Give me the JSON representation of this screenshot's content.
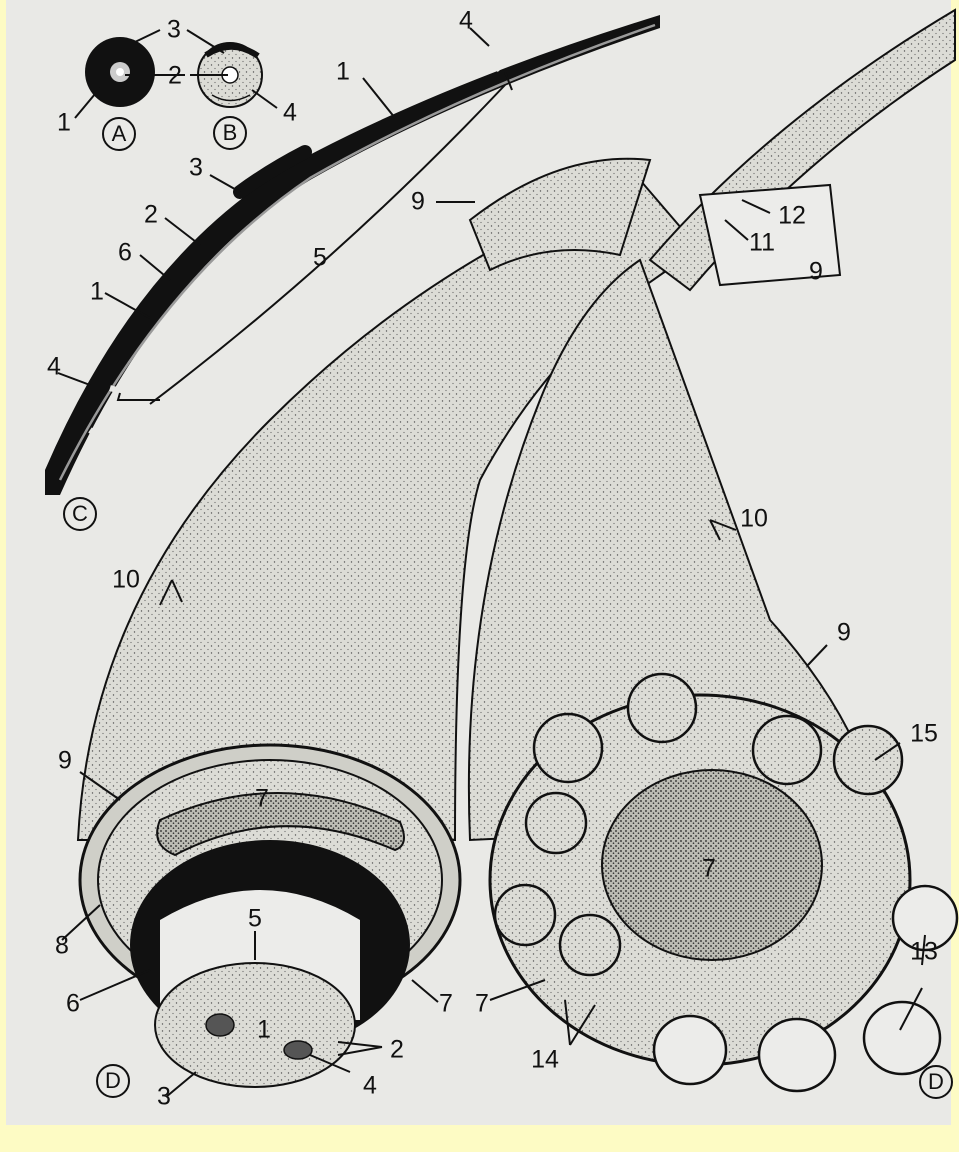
{
  "panels": {
    "A": "A",
    "B": "B",
    "C": "C",
    "D_left": "D",
    "D_right": "D"
  },
  "labels": {
    "n1": "1",
    "n2": "2",
    "n3": "3",
    "n4": "4",
    "n5": "5",
    "n6": "6",
    "n7": "7",
    "n8": "8",
    "n9": "9",
    "n10": "10",
    "n11": "11",
    "n12": "12",
    "n13": "13",
    "n14": "14",
    "n15": "15"
  },
  "colors": {
    "page_background": "#fdfbc4",
    "plate_background": "#e9e9e6",
    "ink": "#111111",
    "stipple_fill": "#d8d8d2"
  }
}
